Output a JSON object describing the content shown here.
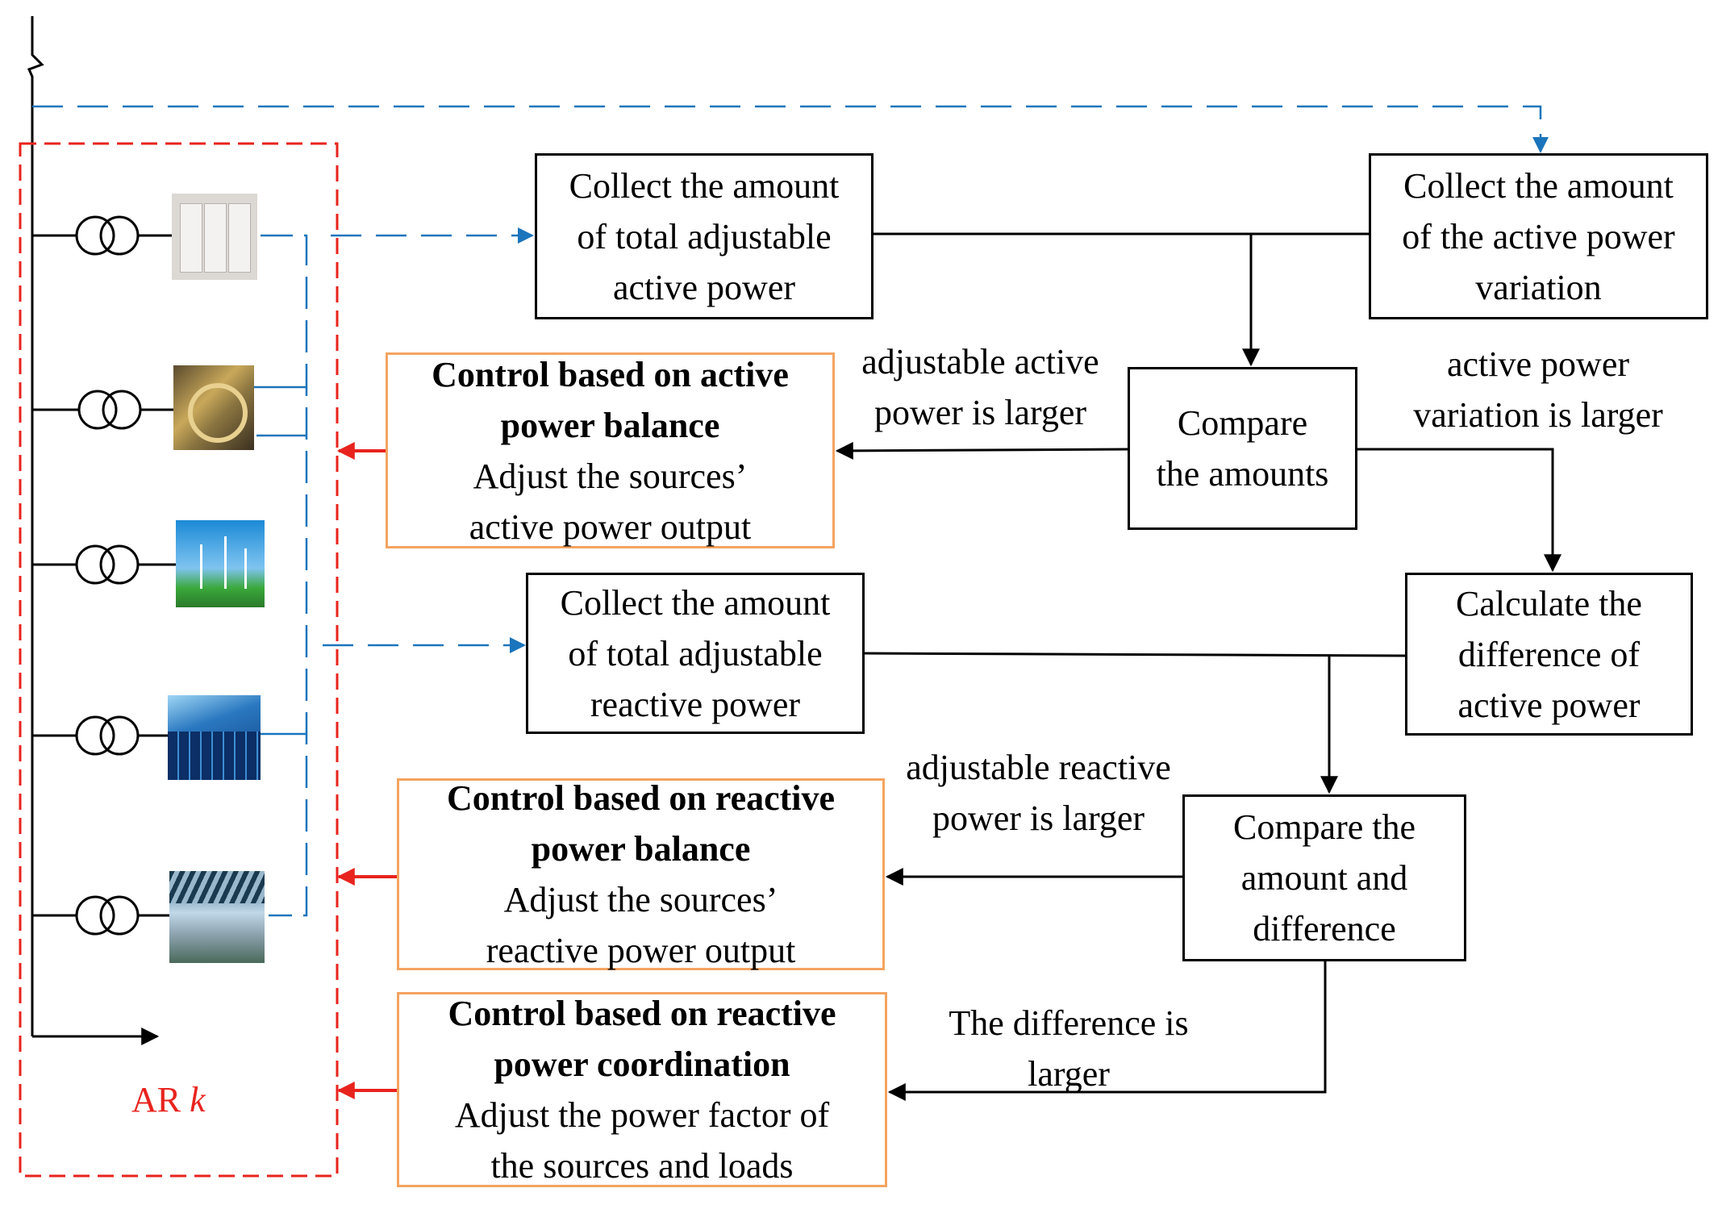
{
  "colors": {
    "blue_link": "#1b75bc",
    "red_arrow": "#e8231e",
    "orange_border": "#f4a460",
    "black": "#000000"
  },
  "boxes": {
    "collect_active": [
      "Collect the amount",
      "of total adjustable",
      "active power"
    ],
    "collect_variation": [
      "Collect the amount",
      "of the active power",
      "variation"
    ],
    "compare_amounts": [
      "Compare",
      "the amounts"
    ],
    "control_active_balance": {
      "title": [
        "Control based on active",
        "power balance"
      ],
      "body": [
        "Adjust the sources’",
        "active power output"
      ]
    },
    "collect_reactive": [
      "Collect the amount",
      "of total adjustable",
      "reactive power"
    ],
    "calculate_difference": [
      "Calculate the",
      "difference of",
      "active power"
    ],
    "compare_amount_difference": [
      "Compare the",
      "amount and",
      "difference"
    ],
    "control_reactive_balance": {
      "title": [
        "Control based on reactive",
        "power balance"
      ],
      "body": [
        "Adjust the sources’",
        "reactive power output"
      ]
    },
    "control_reactive_coordination": {
      "title": [
        "Control based on reactive",
        "power coordination"
      ],
      "body": [
        "Adjust the power factor of",
        "the sources and loads"
      ]
    }
  },
  "labels": {
    "adjustable_active_larger": [
      "adjustable active",
      "power is larger"
    ],
    "variation_larger": [
      "active power",
      "variation is larger"
    ],
    "adjustable_reactive_larger": [
      "adjustable reactive",
      "power is larger"
    ],
    "difference_larger": [
      "The difference is",
      "larger"
    ]
  },
  "region": {
    "name": "AR",
    "index": "k"
  },
  "icons": [
    "generator-cabinet-icon",
    "hydro-turbine-icon",
    "wind-turbine-icon",
    "solar-panel-icon",
    "industrial-load-icon"
  ]
}
